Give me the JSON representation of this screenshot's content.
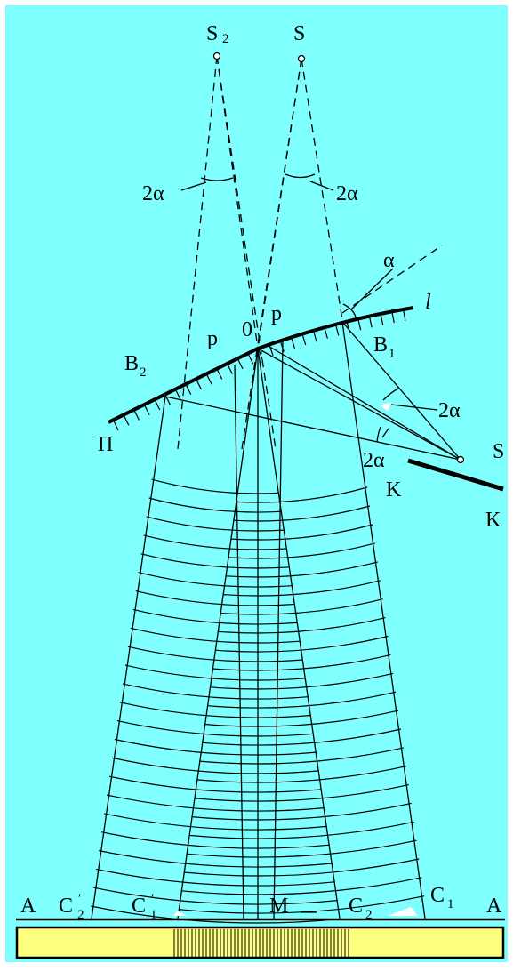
{
  "labels": {
    "s2": "S",
    "s2_sub": "2",
    "s_top": "S",
    "two_alpha_left": "2α",
    "two_alpha_right": "2α",
    "alpha": "α",
    "l": "l",
    "p_left": "p",
    "o": "0",
    "p_right": "p",
    "b2": "B",
    "b2_sub": "2",
    "b1": "B",
    "b1_sub": "1",
    "pi": "Π",
    "two_alpha_s1": "2α",
    "two_alpha_s2": "2α",
    "s_right": "S",
    "k_near": "K",
    "k_far": "K",
    "a_left": "A",
    "c2p": "C",
    "c2p_sub": "2",
    "c2p_prime": "′",
    "c1p": "C",
    "c1p_sub": "1",
    "c1p_prime": "′",
    "m": "M",
    "c2": "C",
    "c2_sub": "2",
    "c1": "C",
    "c1_sub": "1",
    "a_right": "A"
  },
  "colors": {
    "background": "#80ffff",
    "frame": "#ffffff",
    "lines": "#000000",
    "screen": "#ffff80"
  }
}
